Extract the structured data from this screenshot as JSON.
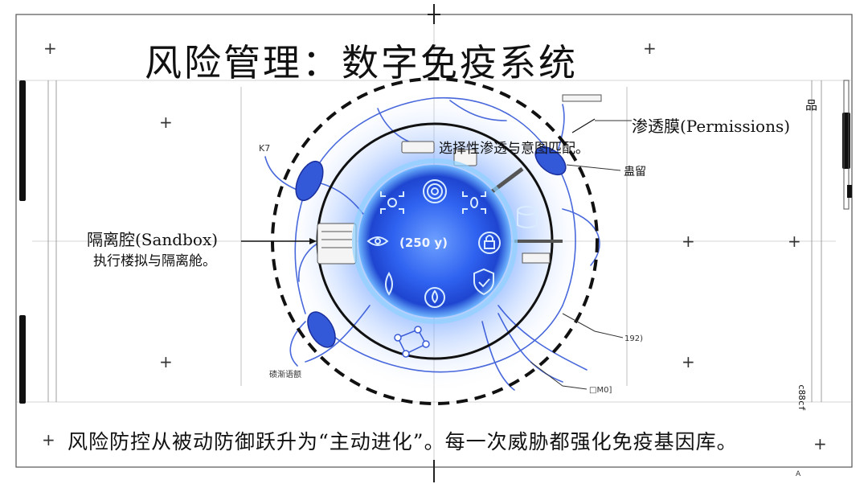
{
  "title": "风险管理：数字免疫系统",
  "labels": {
    "permissions": "渗透膜(Permissions)",
    "selective": "选择性渗透与意图匹配。",
    "sandbox": "隔离腔(Sandbox)",
    "sandbox_desc": "执行楼拟与隔离舱。",
    "bottom_caption": "风险防控从被动防御跃升为“主动进化”。每一次威胁都强化免疫基因库。",
    "k7": "K7",
    "pin": "品",
    "retain": "蛊留",
    "n192": "192)",
    "m0": "□M0]",
    "gradual": "碛渐语额",
    "code": "c88cf",
    "center": "(250   y)",
    "corner_a": "A"
  },
  "icons": [
    "fingerprint-icon",
    "scan-target-icon",
    "database-gear-icon",
    "eye-icon",
    "lock-icon",
    "shield-check-icon",
    "drop-icon",
    "leaf-icon",
    "focus-icon",
    "network-icon"
  ],
  "colors": {
    "core_blue": "#1e4bd8",
    "glow_blue": "#3d7bff",
    "vein_blue": "#2a4fd6",
    "ring": "#111111"
  }
}
